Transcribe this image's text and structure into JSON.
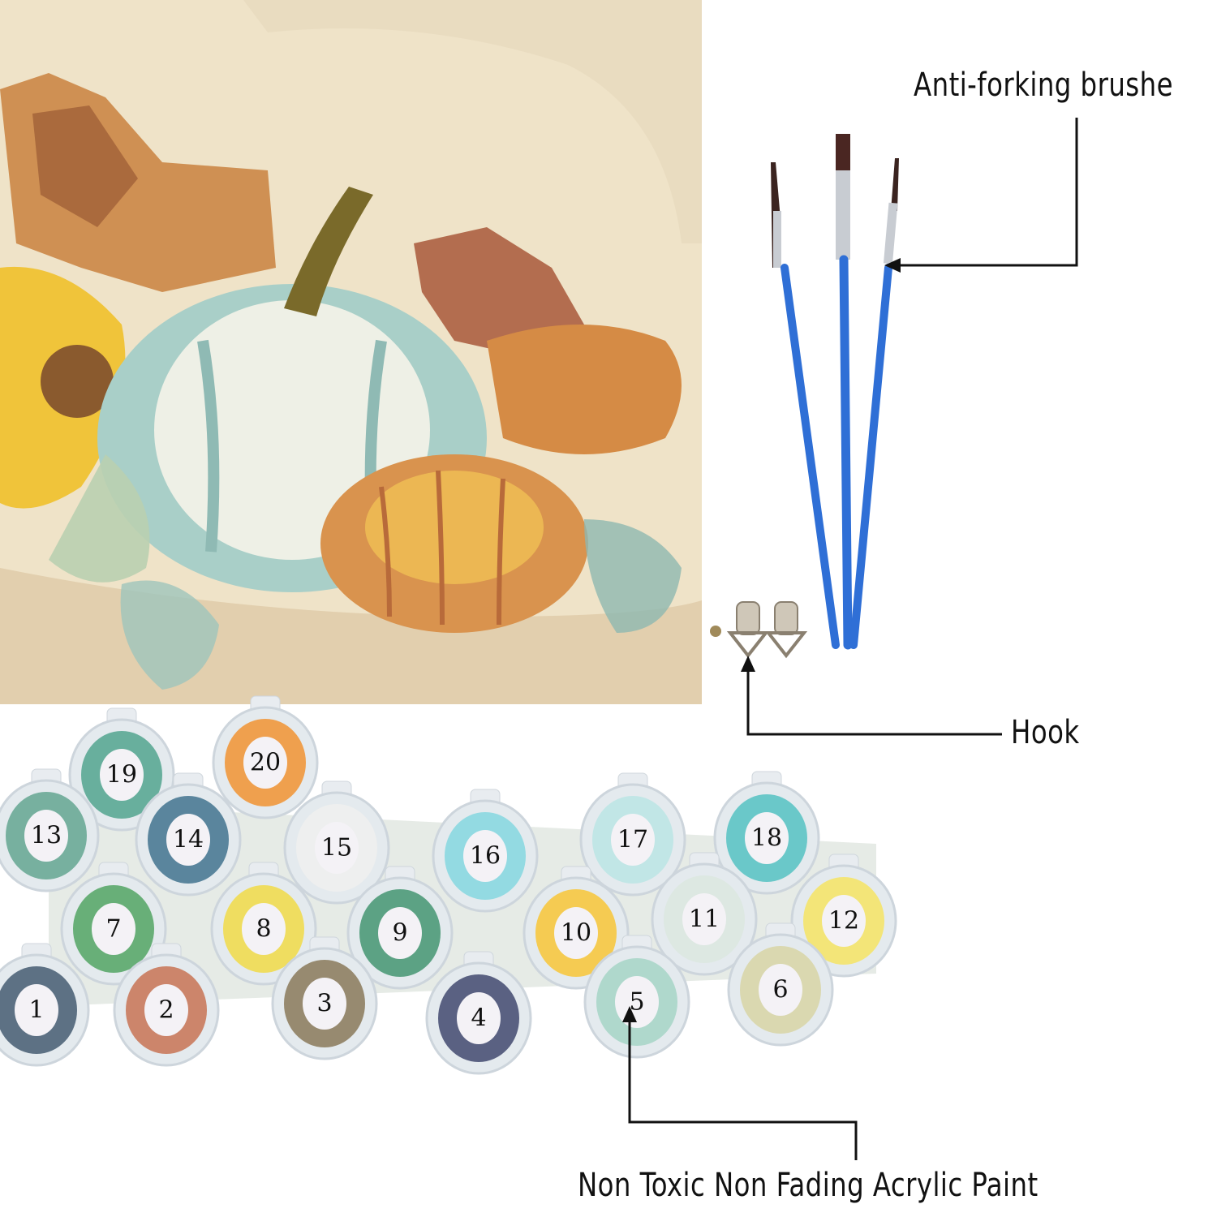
{
  "labels": {
    "brushes": "Anti-forking brushe",
    "hook": "Hook",
    "paint": "Non Toxic Non Fading Acrylic Paint"
  },
  "paint_pots": [
    {
      "number": "1",
      "color": "#4e6478"
    },
    {
      "number": "2",
      "color": "#c97a5c"
    },
    {
      "number": "3",
      "color": "#8e8062"
    },
    {
      "number": "4",
      "color": "#4a5275"
    },
    {
      "number": "5",
      "color": "#a8d6c8"
    },
    {
      "number": "6",
      "color": "#d8d6a8"
    },
    {
      "number": "7",
      "color": "#5aa86a"
    },
    {
      "number": "8",
      "color": "#f0dc50"
    },
    {
      "number": "9",
      "color": "#4c9a78"
    },
    {
      "number": "10",
      "color": "#f6c840"
    },
    {
      "number": "11",
      "color": "#dce8e0"
    },
    {
      "number": "12",
      "color": "#f4e46a"
    },
    {
      "number": "13",
      "color": "#6aaa96"
    },
    {
      "number": "14",
      "color": "#4a7a94"
    },
    {
      "number": "15",
      "color": "#eef0ee"
    },
    {
      "number": "16",
      "color": "#8ad8e0"
    },
    {
      "number": "17",
      "color": "#bce6e4"
    },
    {
      "number": "18",
      "color": "#5cc4c4"
    },
    {
      "number": "19",
      "color": "#5aa894"
    },
    {
      "number": "20",
      "color": "#f0983c"
    }
  ],
  "colors": {
    "canvas_bg": "#efe3c8",
    "brush_handle": "#2f6fd6",
    "arrow": "#111111"
  }
}
